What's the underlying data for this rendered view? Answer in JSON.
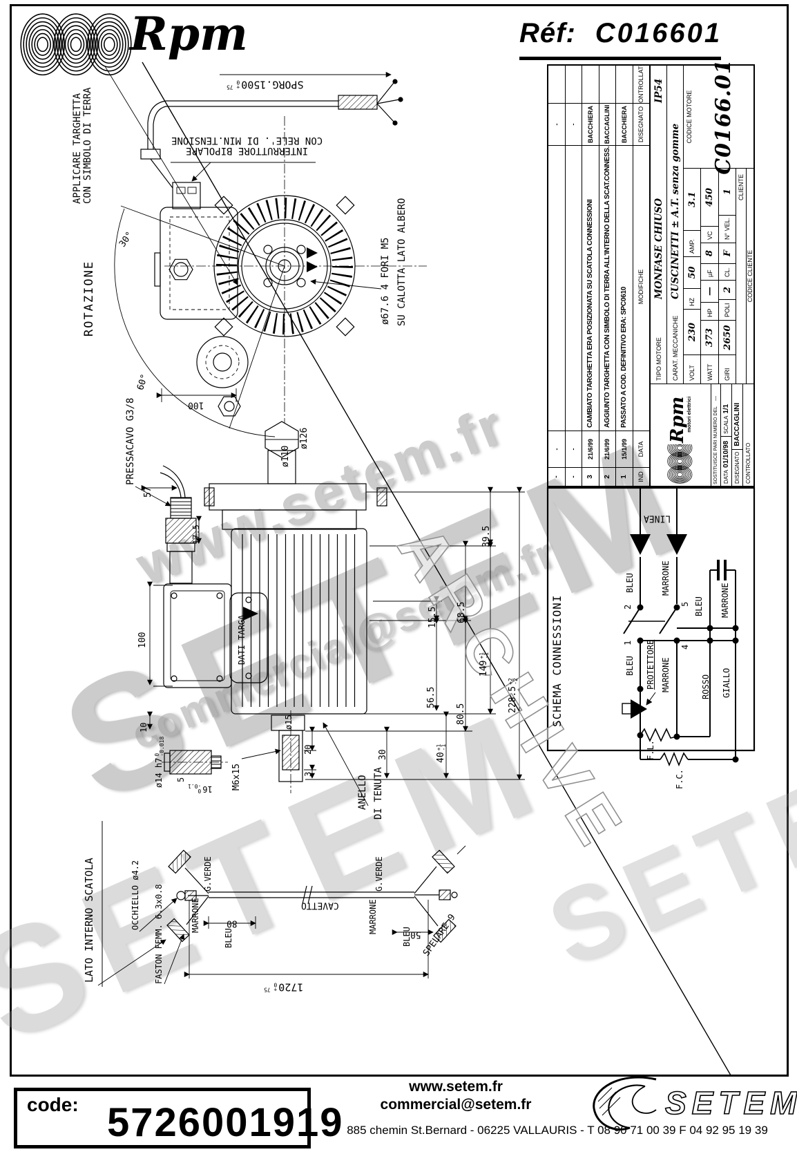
{
  "header": {
    "brand": "Rpm",
    "logo_sub": "motori elettrici",
    "ref_label": "Réf:",
    "ref_value": "C016601"
  },
  "titleblock": {
    "modifiche": {
      "headers": {
        "ind": "IND",
        "data": "DATA",
        "modifiche": "MODIFICHE",
        "disegnato": "DISEGNATO",
        "controllato": "CONTROLLATO"
      },
      "rows": [
        {
          "ind": "-",
          "date": "-",
          "text": "",
          "name": "-",
          "ctrl": ""
        },
        {
          "ind": "-",
          "date": "-",
          "text": "",
          "name": "-",
          "ctrl": ""
        },
        {
          "ind": "3",
          "date": "21/6/99",
          "text": "CAMBIATO TARGHETTA ERA POSIZIONATA SU SCATOLA CONNESSIONI",
          "name": "BACCHIERA",
          "ctrl": ""
        },
        {
          "ind": "2",
          "date": "21/6/99",
          "text": "AGGIUNTO TARGHETTA CON SIMBOLO DI TERRA ALL'INTERNO DELLA SCAT.CONNESS.",
          "name": "BACCAGLINI",
          "ctrl": ""
        },
        {
          "ind": "1",
          "date": "15/1/99",
          "text": "PASSATO A COD. DEFINITIVO ERA: SPC0610",
          "name": "BACCHIERA",
          "ctrl": ""
        }
      ]
    },
    "sostituisce_label": "SOSTITUISCE PARI NUMERO DEL",
    "sostituisce_value": "—",
    "data_label": "DATA",
    "data_value": "01/10/98",
    "scala_label": "SCALA",
    "scala_value": "1/1",
    "disegnato_label": "DISEGNATO",
    "disegnato_value": "BACCAGLINI",
    "controllato_label": "CONTROLLATO",
    "tipo_motore_label": "TIPO MOTORE",
    "tipo_motore_value": "MONFASE CHIUSO",
    "ip": "IP54",
    "carat_label": "CARAT. MECCANICHE",
    "carat_value": "CUSCINETTI ± A.T. senza gomme",
    "volt": {
      "l": "VOLT",
      "v": "230"
    },
    "hz": {
      "l": "HZ",
      "v": "50"
    },
    "amp": {
      "l": "AMP.",
      "v": "3.1"
    },
    "watt": {
      "l": "WATT",
      "v": "373"
    },
    "hp": {
      "l": "HP",
      "v": "—"
    },
    "uf": {
      "l": "µF",
      "v": "8"
    },
    "vc": {
      "l": "VC",
      "v": "450"
    },
    "giri": {
      "l": "GIRI",
      "v": "2650"
    },
    "poli": {
      "l": "POLI",
      "v": "2"
    },
    "cl": {
      "l": "CL.",
      "v": "F"
    },
    "nvel": {
      "l": "N° VEL.",
      "v": "1"
    },
    "cliente_label": "CLIENTE",
    "codice_motore_label": "CODICE MOTORE",
    "codice_motore_value": "C0166.01",
    "codice_cliente_label": "CODICE CLIENTE"
  },
  "schema": {
    "title": "SCHEMA CONNESSIONI",
    "linea": "LINEA",
    "bleu": "BLEU",
    "marrone": "MARRONE",
    "protettore": "PROTETTORE",
    "rosso": "ROSSO",
    "giallo": "GIALLO",
    "fl": "F.L.",
    "fc": "F.C.",
    "n1": "1",
    "n2": "2",
    "n4": "4",
    "n5": "5"
  },
  "drawing": {
    "applicare_1": "APPLICARE TARGHETTA",
    "applicare_2": "CON SIMBOLO DI TERRA",
    "rotazione": "ROTAZIONE",
    "deg30": "30°",
    "deg60": "60°",
    "sporg": {
      "v": "SPORG.1500",
      "tp": "+ 75",
      "tm": "0"
    },
    "interruttore_1": "INTERRUTTORE BIPOLARE",
    "interruttore_2": "CON RELE'. DI MIN.TENSIONE",
    "fori": "ø67.6 4 FORI M5",
    "calotta": "SU CALOTTA LATO ALBERO",
    "dim100a": "100",
    "pressacavo": "PRESSACAVO G3/8",
    "dim57": "57",
    "dim17_5": "17.5",
    "d126": "ø126",
    "d110": "ø110",
    "dim39_5": "39.5",
    "dim68_5": "68.5",
    "dim15_5": "15.5",
    "dim149": {
      "v": "149",
      "tp": "+1",
      "tm": "-1"
    },
    "dim228": {
      "v": "228.5",
      "tp": "+2",
      "tm": "-2"
    },
    "dim56_5": "56.5",
    "dim80_5": "80.5",
    "dim100b": "100",
    "dim10": "10",
    "dati_targa": "DATI TARGA",
    "dim15": "ø15",
    "dim20": "20",
    "dim3": "3",
    "dim30": "30",
    "dim40": {
      "v": "40",
      "tp": "+1",
      "tm": "-1"
    },
    "m6": "M6x15",
    "anello_1": "ANELLO",
    "anello_2": "DI TENUTA",
    "d14": {
      "v": "ø14 h7",
      "tp": "0",
      "tm": "-0.018"
    },
    "dim5": "5",
    "dim16": {
      "v": "16",
      "tp": "0",
      "tm": "-0.1"
    },
    "lato": "LATO INTERNO SCATOLA",
    "occhiello": "OCCHIELLO ø4.2",
    "faston": "FASTON FEMM. 6.3x0.8",
    "gverde": "G.VERDE",
    "marrone": "MARRONE",
    "bleu": "BLEU",
    "cavetto": "CAVETTO",
    "dim80": "80",
    "dim50": "50",
    "spelare": "SPELARE 9",
    "dim1720": {
      "v": "1720",
      "tp": "+ 75",
      "tm": "0"
    }
  },
  "watermarks": {
    "site": "www.setem.fr",
    "brand": "SETEM",
    "email": "commercial@setem.fr",
    "archive": "ARCHIVE"
  },
  "footer": {
    "code_label": "code:",
    "code_value": "5726001919",
    "site": "www.setem.fr",
    "email": "commercial@setem.fr",
    "address": "885 chemin St.Bernard  -  06225 VALLAURIS  -  T 08 90 71 00 39   F 04 92 95 19 39",
    "brand": "SETEM"
  }
}
